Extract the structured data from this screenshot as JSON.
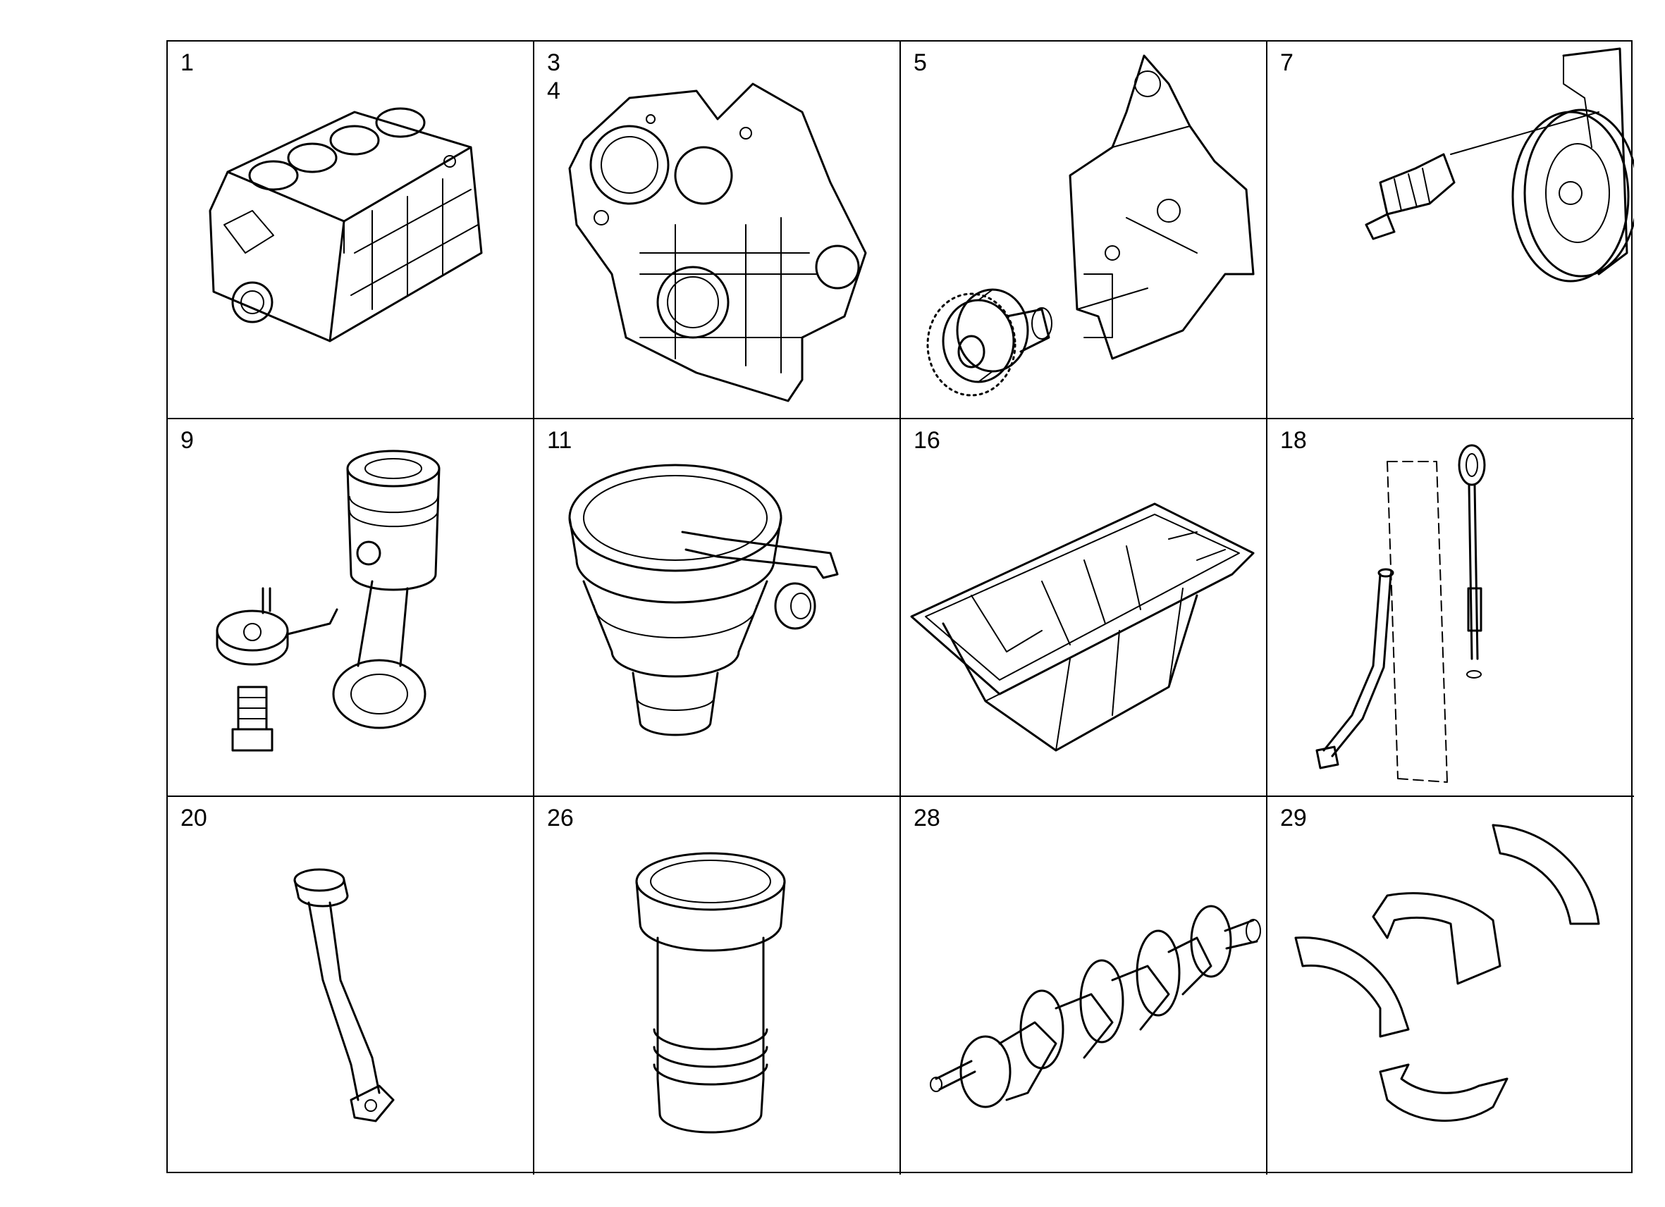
{
  "parts": [
    {
      "id": "p1",
      "label": "1",
      "icon": "cylinder-block-icon"
    },
    {
      "id": "p3",
      "label": "3\n4",
      "icon": "timing-gear-case-icon"
    },
    {
      "id": "p5",
      "label": "5",
      "icon": "idler-gear-icon"
    },
    {
      "id": "p7",
      "label": "7",
      "icon": "flywheel-sensor-icon"
    },
    {
      "id": "p9",
      "label": "9",
      "icon": "piston-connecting-rod-icon"
    },
    {
      "id": "p11",
      "label": "11",
      "icon": "oil-separator-icon"
    },
    {
      "id": "p16",
      "label": "16",
      "icon": "oil-pan-icon"
    },
    {
      "id": "p18",
      "label": "18",
      "icon": "dipstick-icon"
    },
    {
      "id": "p20",
      "label": "20",
      "icon": "oil-filler-pipe-icon"
    },
    {
      "id": "p26",
      "label": "26",
      "icon": "cylinder-liner-icon"
    },
    {
      "id": "p28",
      "label": "28",
      "icon": "crankshaft-icon"
    },
    {
      "id": "p29",
      "label": "29",
      "icon": "bearing-shells-icon"
    }
  ]
}
